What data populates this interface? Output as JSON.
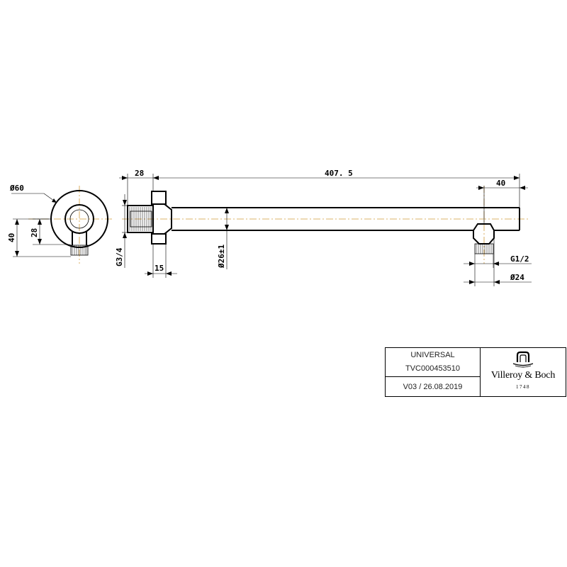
{
  "dimensions": {
    "outer_diameter": "Ø60",
    "height_40": "40",
    "offset_28": "28",
    "inlet_thread": "G3/4",
    "flange_width": "28",
    "arm_length": "407. 5",
    "arm_diameter": "Ø26±1",
    "flange_depth": "15",
    "outlet_offset": "40",
    "outlet_thread": "G1/2",
    "outlet_diameter": "Ø24"
  },
  "title_block": {
    "name": "UNIVERSAL",
    "code": "TVC000453510",
    "version": "V03 / 26.08.2019",
    "brand": "Villeroy & Boch",
    "year": "1748"
  },
  "colors": {
    "line": "#000000",
    "centerline": "#d09a3a",
    "background": "#ffffff"
  }
}
